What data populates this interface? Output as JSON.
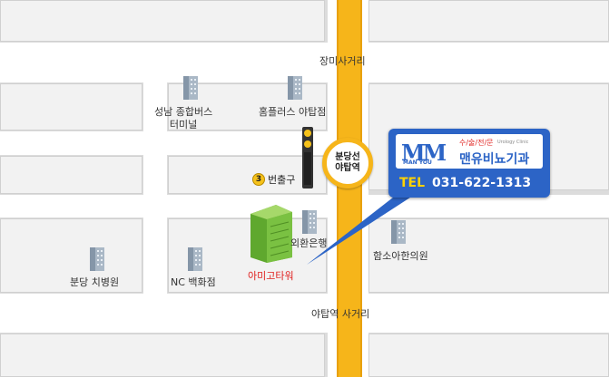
{
  "roads": {
    "top_intersection": "장미사거리",
    "bottom_intersection": "야탑역 사거리"
  },
  "landmarks": {
    "bus_terminal": "성남 종합버스\n터미널",
    "homeplus": "홈플러스 야탑점",
    "exchange_bank": "외환은행",
    "hamso_clinic": "함소아한의원",
    "bundang_hospital": "분당 치병원",
    "nc_department": "NC 백화점",
    "amigo_tower": "아미고타워"
  },
  "station": {
    "name": "분당선\n야탑역",
    "exit_number": "3",
    "exit_suffix": "번출구"
  },
  "clinic": {
    "logo_mark": "MM",
    "logo_sub": "MAN YOU",
    "tagline": "수/술/전/문",
    "tagline_en": "Urology Clinic",
    "name": "맨유비뇨기과",
    "tel_label": "TEL",
    "tel_number": "031-622-1313"
  },
  "colors": {
    "subway_line": "#f6b51a",
    "callout_bg": "#2c64c6",
    "highlight_label": "#e0201e",
    "building_green": "#7ac142"
  },
  "icons": {
    "building": "office-building-icon",
    "target_building": "green-tower-icon",
    "station_pillar": "subway-entrance-icon"
  }
}
